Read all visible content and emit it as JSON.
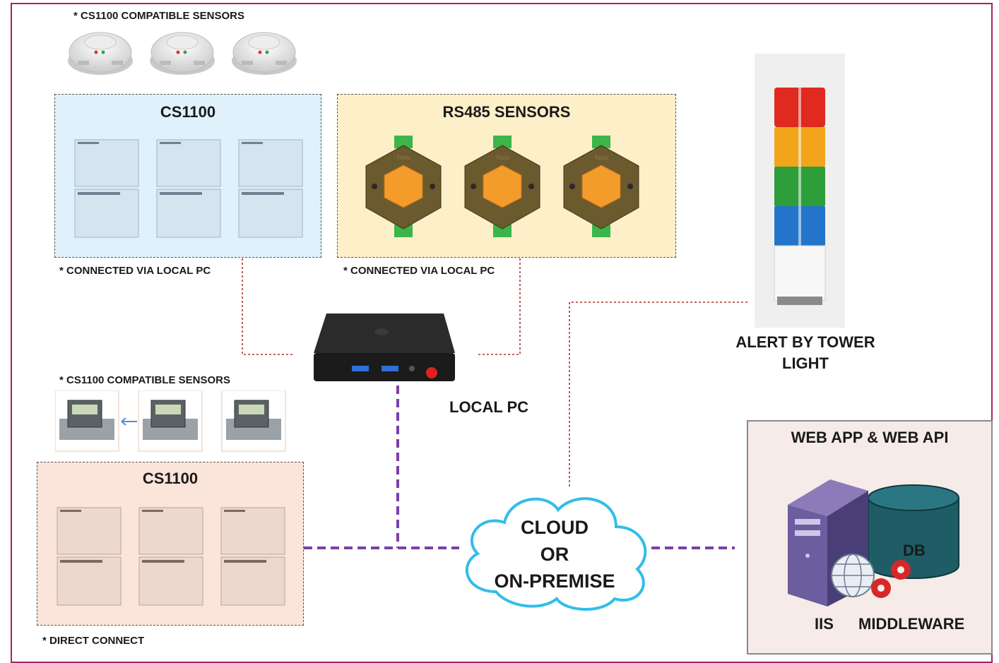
{
  "sensors_top": {
    "label": "* CS1100 COMPATIBLE SENSORS"
  },
  "cs1100_top": {
    "title": "CS1100",
    "note": "* CONNECTED VIA LOCAL PC"
  },
  "rs485": {
    "title": "RS485 SENSORS",
    "note": "* CONNECTED VIA LOCAL PC",
    "device_text": "Tibbo"
  },
  "local_pc": {
    "label": "LOCAL PC"
  },
  "tower_light": {
    "label_line1": "ALERT BY TOWER",
    "label_line2": "LIGHT"
  },
  "sensors_bottom": {
    "label": "* CS1100 COMPATIBLE SENSORS"
  },
  "cs1100_bottom": {
    "title": "CS1100",
    "note": "* DIRECT CONNECT"
  },
  "cloud": {
    "line1": "CLOUD",
    "line2": "OR",
    "line3": "ON-PREMISE"
  },
  "webapp": {
    "title": "WEB APP & WEB API",
    "db_label": "DB",
    "iis_label": "IIS",
    "middleware_label": "MIDDLEWARE"
  },
  "colors": {
    "frame": "#a3236b",
    "cs1100_top_bg": "#dff1fa",
    "rs485_bg": "#fdefc8",
    "cs1100_bottom_bg": "#fbe5da",
    "webapp_bg": "#f6ebe8",
    "purple_link": "#7b3fa8",
    "red_link": "#b03030",
    "cloud_border": "#33bde8"
  }
}
